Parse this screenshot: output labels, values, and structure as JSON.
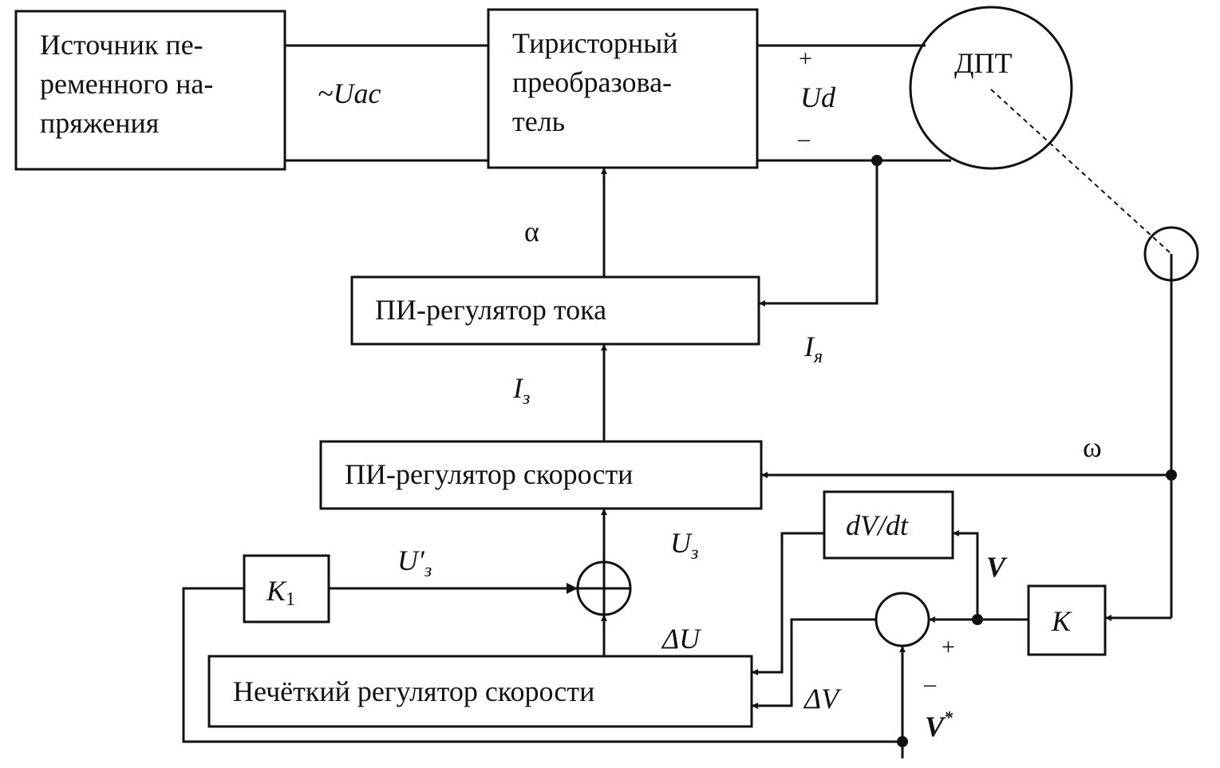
{
  "blocks": {
    "source": {
      "lines": [
        "Источник пе-",
        "ременного на-",
        "пряжения"
      ]
    },
    "thyristor": {
      "lines": [
        "Тиристорный",
        "преобразова-",
        "тель"
      ]
    },
    "motor": {
      "label": "ДПТ"
    },
    "current_pi": {
      "label": "ПИ-регулятор тока"
    },
    "speed_pi": {
      "label": "ПИ-регулятор скорости"
    },
    "fuzzy": {
      "label": "Нечёткий регулятор скорости"
    },
    "derivative": {
      "label": "dV/dt"
    },
    "k1": {
      "main": "K",
      "sub": "1"
    },
    "k": {
      "label": "K"
    }
  },
  "signals": {
    "uac": "~Uac",
    "ud": "Ud",
    "plus_top": "+",
    "minus_top": "–",
    "alpha": "α",
    "ia": {
      "main": "I",
      "sub": "я"
    },
    "iz": {
      "main": "I",
      "sub": "з"
    },
    "omega": "ω",
    "uz": {
      "main": "U",
      "sub": "з"
    },
    "uz_prime": {
      "main": "U",
      "prime": "′",
      "sub": "з"
    },
    "v": "V",
    "delta_u": "ΔU",
    "delta_v": "ΔV",
    "plus_sum": "+",
    "minus_sum": "–",
    "v_star": {
      "main": "V",
      "sup": "*"
    }
  }
}
